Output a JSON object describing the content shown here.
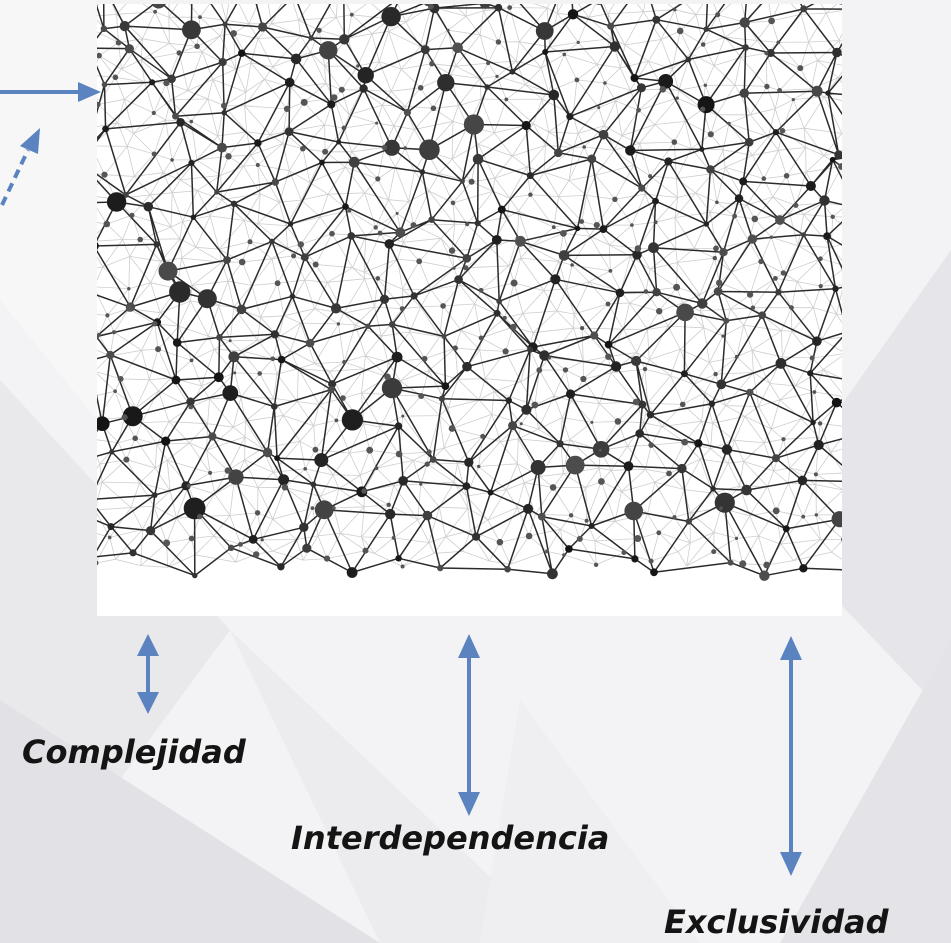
{
  "labels": {
    "complejidad": "Complejidad",
    "interdependencia": "Interdependencia",
    "exclusividad": "Exclusividad"
  },
  "colors": {
    "arrow": "#5a83c0",
    "background": "#f4f4f6",
    "label_text": "#141414",
    "network_line": "#2b2b2b",
    "network_node": "#1a1a1a"
  },
  "icons": {
    "network": "network-mesh-image",
    "arrow_right": "arrow-right-icon",
    "arrow_dashed": "dashed-arrow-icon",
    "arrow_double": "double-headed-arrow-icon"
  }
}
